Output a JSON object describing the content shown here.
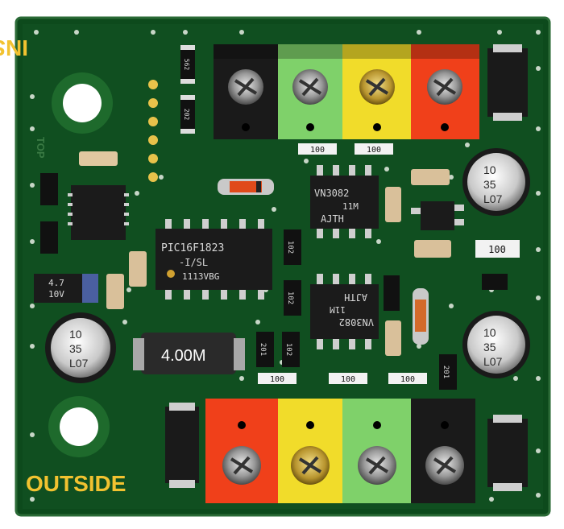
{
  "silkscreen": {
    "inside": "INSIDE",
    "outside": "OUTSIDE",
    "top": "TOP"
  },
  "components": {
    "mcu": {
      "line1": "PIC16F1823",
      "line2": "-I/SL",
      "line3": "1113VBG"
    },
    "driver_top": {
      "line1": "VN3082",
      "line2": "11M",
      "line3": "AJTH"
    },
    "driver_bottom": {
      "line1": "VN3082",
      "line2": "11M",
      "line3": "AJTH"
    },
    "crystal": {
      "label": "4.00M"
    },
    "cap_right_top": {
      "l1": "10",
      "l2": "35",
      "l3": "L07"
    },
    "cap_right_bottom": {
      "l1": "10",
      "l2": "35",
      "l3": "L07"
    },
    "cap_left": {
      "l1": "10",
      "l2": "35",
      "l3": "L07"
    },
    "tant_cap": {
      "l1": "4.7",
      "l2": "10V"
    },
    "resistors": {
      "r100_a": "100",
      "r100_b": "100",
      "r100_c": "100",
      "r100_d": "100",
      "r100_e": "100",
      "r100_f": "100",
      "r102_a": "102",
      "r102_b": "102",
      "r102_c": "102",
      "r201_a": "201",
      "r201_b": "201",
      "r5k6": "562",
      "r202": "202"
    }
  },
  "colors": {
    "pcb": "#0d4a1c",
    "terminal_black": "#1a1a1a",
    "terminal_green": "#7fd16a",
    "terminal_yellow": "#f1dc2a",
    "terminal_red": "#f0401a",
    "silkscreen": "#f2c230"
  }
}
